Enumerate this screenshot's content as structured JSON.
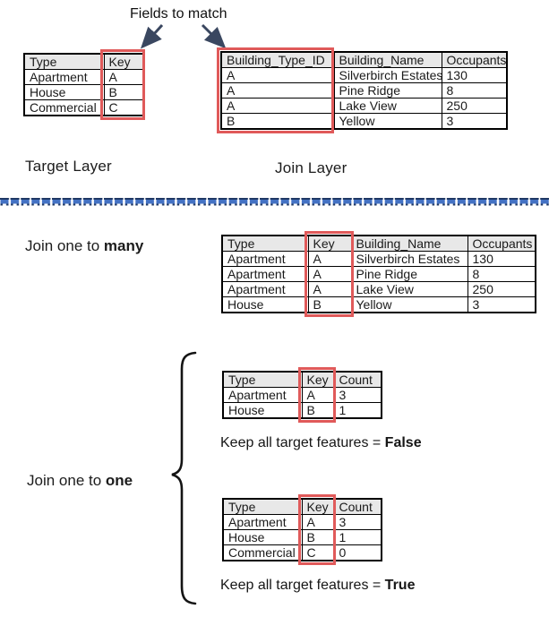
{
  "title": "Fields to match",
  "labels": {
    "target_layer": "Target Layer",
    "join_layer": "Join Layer",
    "join_many_prefix": "Join one to ",
    "join_many_bold": "many",
    "join_one_prefix": "Join one to ",
    "join_one_bold": "one",
    "keep_prefix": "Keep all target features = ",
    "keep_false": "False",
    "keep_true": "True"
  },
  "colors": {
    "highlight_red": "#e05a5a",
    "header_gray": "#e8e8e8",
    "arrow_navy": "#3a4760",
    "divider_blue": "#4472c4",
    "divider_dark": "#1f3864",
    "table_border": "#000000"
  },
  "icons": {
    "arrow_left": "down-left-arrow",
    "arrow_right": "down-right-arrow",
    "brace": "curly-brace"
  },
  "tables": {
    "target": {
      "headers": [
        "Type",
        "Key"
      ],
      "rows": [
        [
          "Apartment",
          "A"
        ],
        [
          "House",
          "B"
        ],
        [
          "Commercial",
          "C"
        ]
      ]
    },
    "join": {
      "headers": [
        "Building_Type_ID",
        "Building_Name",
        "Occupants"
      ],
      "rows": [
        [
          "A",
          "Silverbirch Estates",
          "130"
        ],
        [
          "A",
          "Pine Ridge",
          "8"
        ],
        [
          "A",
          "Lake View",
          "250"
        ],
        [
          "B",
          "Yellow",
          "3"
        ]
      ]
    },
    "one_to_many": {
      "headers": [
        "Type",
        "Key",
        "Building_Name",
        "Occupants"
      ],
      "rows": [
        [
          "Apartment",
          "A",
          "Silverbirch Estates",
          "130"
        ],
        [
          "Apartment",
          "A",
          "Pine Ridge",
          "8"
        ],
        [
          "Apartment",
          "A",
          "Lake View",
          "250"
        ],
        [
          "House",
          "B",
          "Yellow",
          "3"
        ]
      ]
    },
    "one_to_one_false": {
      "headers": [
        "Type",
        "Key",
        "Count"
      ],
      "rows": [
        [
          "Apartment",
          "A",
          "3"
        ],
        [
          "House",
          "B",
          "1"
        ]
      ]
    },
    "one_to_one_true": {
      "headers": [
        "Type",
        "Key",
        "Count"
      ],
      "rows": [
        [
          "Apartment",
          "A",
          "3"
        ],
        [
          "House",
          "B",
          "1"
        ],
        [
          "Commercial",
          "C",
          "0"
        ]
      ]
    }
  }
}
